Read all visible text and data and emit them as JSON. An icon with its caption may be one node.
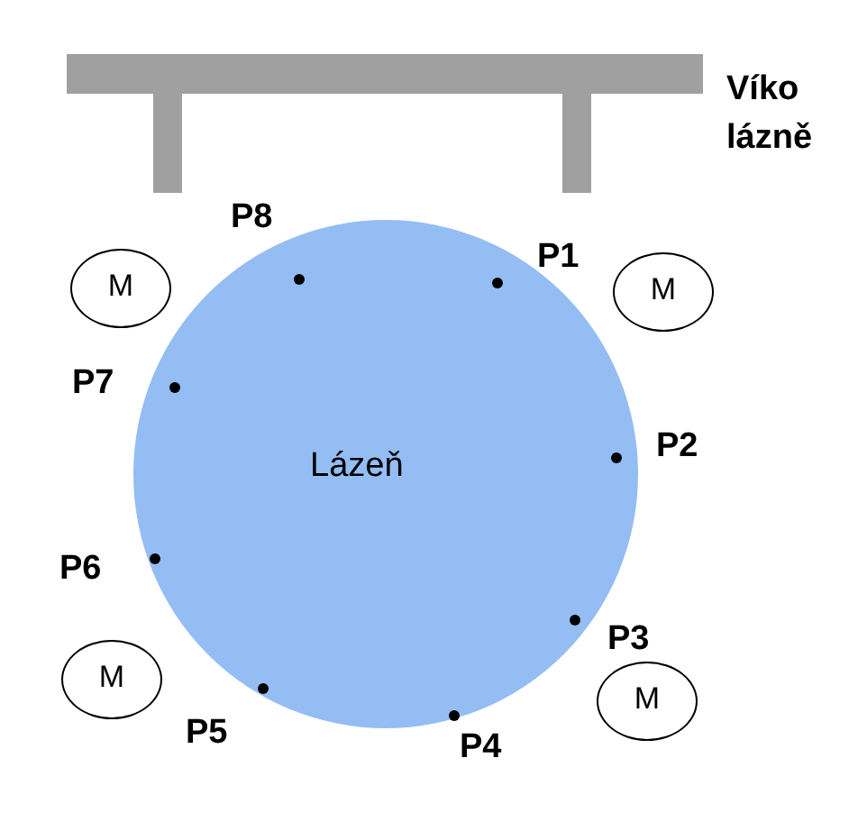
{
  "diagram": {
    "nodes": [
      {
        "text": [],
        "shape": "bar",
        "beside": [
          "Víko lázně"
        ]
      },
      {
        "text": [
          "Lázeň"
        ]
      },
      {
        "text": [
          "M"
        ]
      },
      {
        "text": [
          "M"
        ]
      },
      {
        "text": [
          "M"
        ]
      },
      {
        "text": [
          "M"
        ]
      }
    ],
    "labels": [
      "P8",
      "P1",
      "P7",
      "P2",
      "P6",
      "P3",
      "P5",
      "P4"
    ]
  }
}
